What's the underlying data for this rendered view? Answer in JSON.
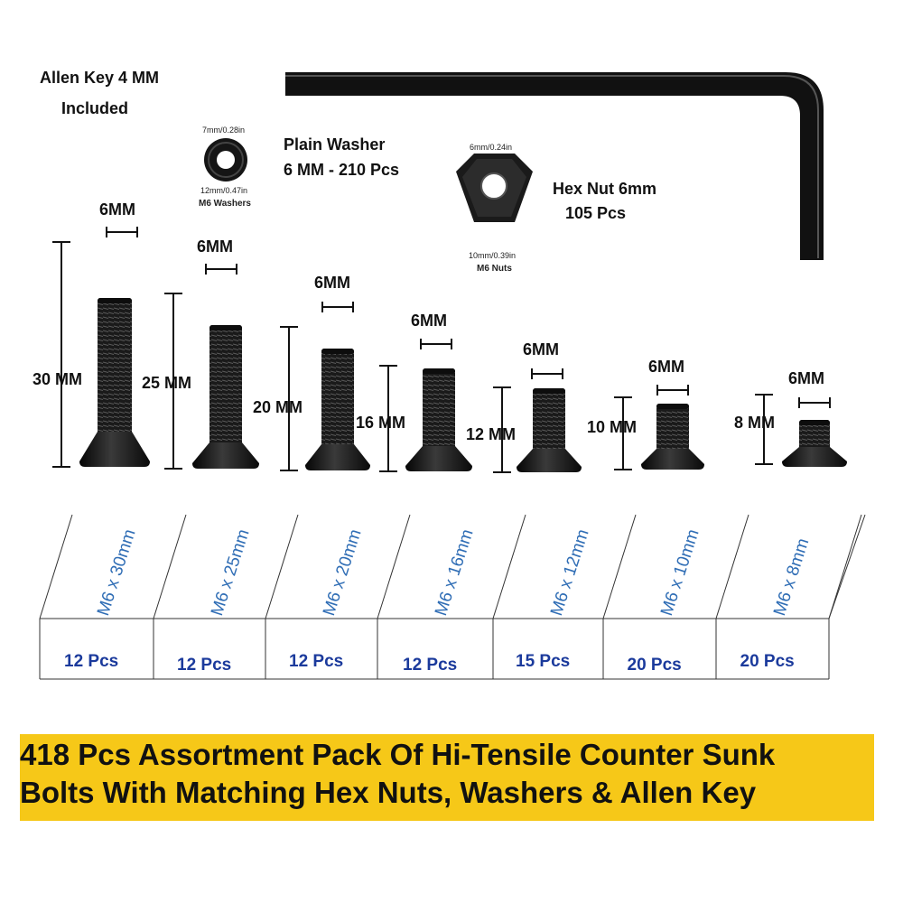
{
  "allen_key": {
    "line1": "Allen Key 4 MM",
    "line2": "Included"
  },
  "washer": {
    "inner_dim": "7mm/0.28in",
    "outer_dim": "12mm/0.47in",
    "name": "M6 Washers",
    "title": "Plain Washer",
    "spec": "6 MM -  210 Pcs"
  },
  "nut": {
    "top_dim": "6mm/0.24in",
    "bottom_dim": "10mm/0.39in",
    "name": "M6 Nuts",
    "title": "Hex Nut 6mm",
    "count": "105 Pcs"
  },
  "bolts": [
    {
      "width_label": "6MM",
      "length_label": "30 MM",
      "size": "M6 x 30mm",
      "count": "12 Pcs"
    },
    {
      "width_label": "6MM",
      "length_label": "25 MM",
      "size": "M6 x 25mm",
      "count": "12 Pcs"
    },
    {
      "width_label": "6MM",
      "length_label": "20 MM",
      "size": "M6 x 20mm",
      "count": "12 Pcs"
    },
    {
      "width_label": "6MM",
      "length_label": "16 MM",
      "size": "M6 x 16mm",
      "count": "12 Pcs"
    },
    {
      "width_label": "6MM",
      "length_label": "12 MM",
      "size": "M6 x 12mm",
      "count": "15 Pcs"
    },
    {
      "width_label": "6MM",
      "length_label": "10 MM",
      "size": "M6 x 10mm",
      "count": "20 Pcs"
    },
    {
      "width_label": "6MM",
      "length_label": "8 MM",
      "size": "M6 x 8mm",
      "count": "20 Pcs"
    }
  ],
  "banner": {
    "line1": "418 Pcs Assortment Pack Of Hi-Tensile Counter Sunk",
    "line2": "Bolts With Matching Hex Nuts, Washers & Allen Key"
  },
  "colors": {
    "banner_bg": "#f6c818",
    "count_text": "#1b3a9c",
    "size_text": "#2f6db5",
    "hardware": "#141414"
  }
}
